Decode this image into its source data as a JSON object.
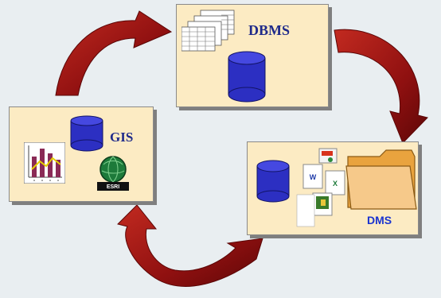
{
  "diagram": {
    "nodes": [
      {
        "id": "dbms",
        "label": "DBMS"
      },
      {
        "id": "gis",
        "label": "GIS"
      },
      {
        "id": "dms",
        "label": "DMS"
      }
    ],
    "logos": {
      "esri": "ESRI"
    },
    "icons": [
      "table-stack-icon",
      "database-cylinder-icon",
      "bar-chart-icon",
      "esri-globe-icon",
      "folder-icon",
      "word-document-icon",
      "excel-document-icon",
      "tiff-document-icon"
    ],
    "colors": {
      "box_fill": "#fcebc3",
      "cylinder": "#2c2fc2",
      "arrow": "#a01212",
      "label": "#1f2a8a"
    }
  }
}
